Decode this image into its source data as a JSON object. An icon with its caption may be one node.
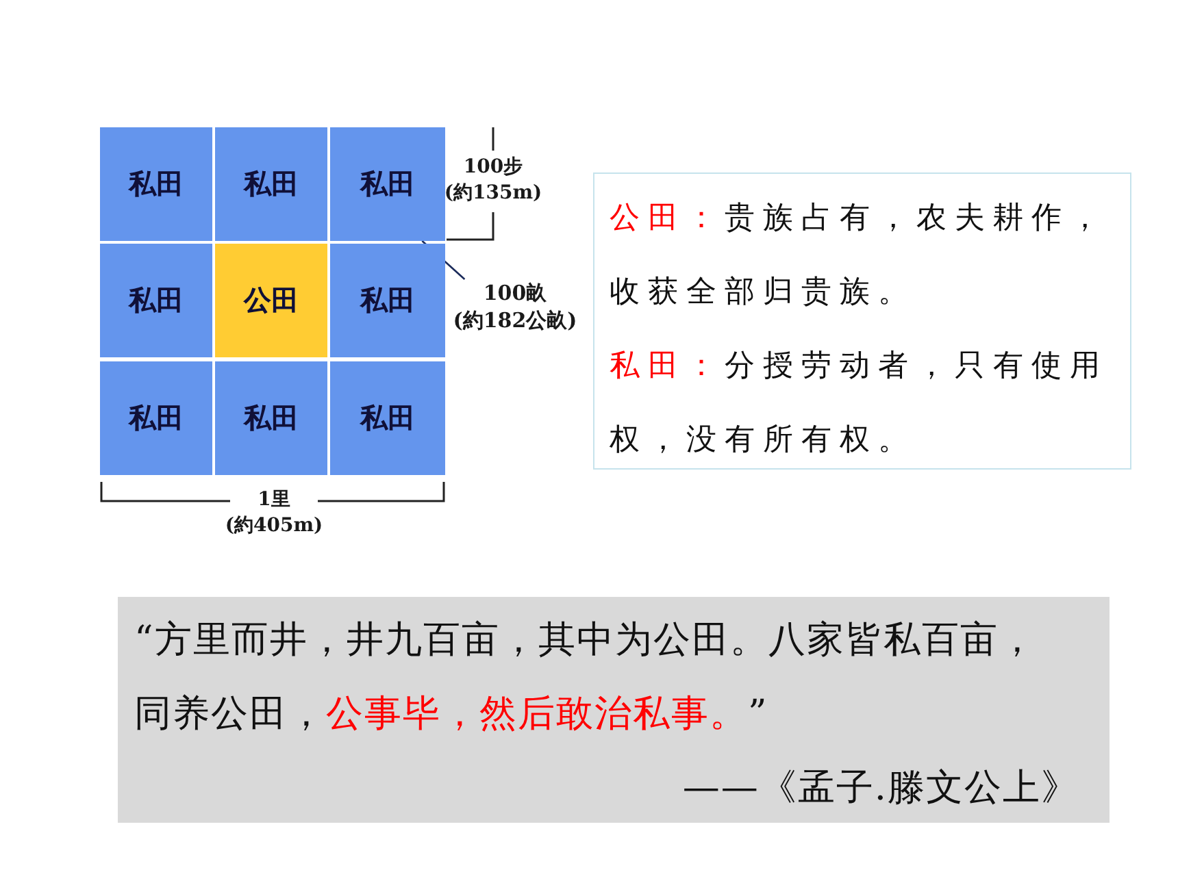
{
  "diagram": {
    "nodes": [
      {
        "text": [
          "私田"
        ]
      },
      {
        "text": [
          "私田"
        ]
      },
      {
        "text": [
          "私田"
        ]
      },
      {
        "text": [
          "私田"
        ]
      },
      {
        "text": [
          "公田"
        ]
      },
      {
        "text": [
          "私田"
        ]
      },
      {
        "text": [
          "私田"
        ]
      },
      {
        "text": [
          "私田"
        ]
      },
      {
        "text": [
          "私田"
        ]
      },
      {
        "text": [
          "100畝 (約182公畝)"
        ]
      },
      {
        "text": [
          "公田：",
          "贵族占有，农夫耕作，收获全部归贵族。",
          "私田：",
          "分授劳动者，只有使用权，没有所有权。"
        ]
      },
      {
        "text": [
          "“方里而井，井九百亩，其中为公田。八家皆私百亩，同养公田，",
          "公事毕，然后敢治私事。",
          "”",
          "——《孟子.滕文公上》"
        ]
      }
    ],
    "edges": [
      {
        "from": 9,
        "to": 2,
        "arrow": "none"
      }
    ],
    "labels": [
      "100步 (約135m)",
      "1里 (約405m)"
    ]
  }
}
